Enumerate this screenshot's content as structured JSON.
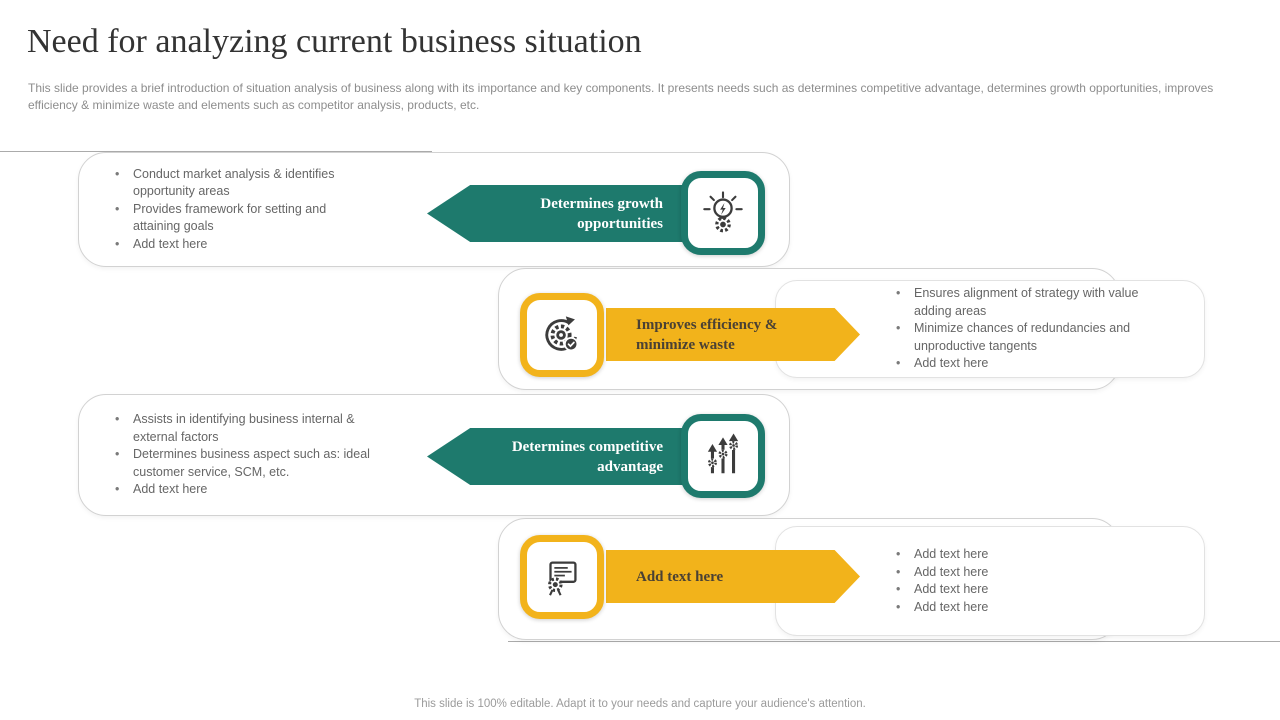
{
  "slide": {
    "title": "Need for analyzing current business situation",
    "description": "This slide provides a brief introduction of situation analysis of business along with its importance and key components. It presents needs such as determines competitive advantage, determines growth opportunities, improves efficiency & minimize waste and elements such as competitor analysis, products, etc.",
    "footer": "This slide is 100% editable. Adapt it to your needs and capture your audience's attention."
  },
  "colors": {
    "teal": "#1e7a6d",
    "yellow": "#f2b31b",
    "arrow_text_on_yellow": "#4a4134",
    "arrow_text_on_teal": "#ffffff",
    "body_text": "#666666"
  },
  "rows": [
    {
      "arrow_label": "Determines growth opportunities",
      "icon": "idea-bulb-gear-icon",
      "bullets": [
        "Conduct market analysis & identifies opportunity areas",
        "Provides framework for setting and attaining goals",
        "Add text here"
      ]
    },
    {
      "arrow_label": "Improves efficiency & minimize waste",
      "icon": "efficiency-gear-icon",
      "bullets": [
        "Ensures alignment of strategy with value adding areas",
        "Minimize chances of redundancies and unproductive tangents",
        "Add text here"
      ]
    },
    {
      "arrow_label": "Determines competitive advantage",
      "icon": "growth-arrows-gears-icon",
      "bullets": [
        "Assists in identifying business internal & external factors",
        "Determines business aspect such as: ideal customer service, SCM, etc.",
        "Add text here"
      ]
    },
    {
      "arrow_label": "Add text here",
      "icon": "certificate-gear-icon",
      "bullets": [
        "Add text here",
        "Add text here",
        "Add text here",
        "Add text here"
      ]
    }
  ]
}
